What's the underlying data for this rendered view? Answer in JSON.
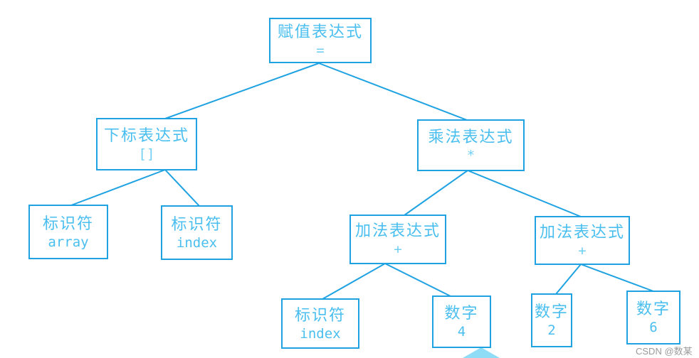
{
  "diagram": {
    "description": "Abstract syntax tree of the expression array[index] = (index + 4) * (2 + 6)",
    "colors": {
      "accent": "#1EA2E2",
      "node_text": "#4ABFEF",
      "operator_text": "#72CFF4",
      "watermark_gray": "#9B9B9B",
      "corner_triangle": "#8FDCF6"
    }
  },
  "tree": {
    "nodes": [
      {
        "id": "assign",
        "title": "赋值表达式",
        "symbol": "="
      },
      {
        "id": "subscript",
        "title": "下标表达式",
        "symbol": "[]"
      },
      {
        "id": "multiply",
        "title": "乘法表达式",
        "symbol": "*"
      },
      {
        "id": "id-array",
        "title": "标识符",
        "symbol": "array"
      },
      {
        "id": "id-index-1",
        "title": "标识符",
        "symbol": "index"
      },
      {
        "id": "add-1",
        "title": "加法表达式",
        "symbol": "+"
      },
      {
        "id": "add-2",
        "title": "加法表达式",
        "symbol": "+"
      },
      {
        "id": "id-index-2",
        "title": "标识符",
        "symbol": "index"
      },
      {
        "id": "num-4",
        "title": "数字",
        "symbol": "4"
      },
      {
        "id": "num-2",
        "title": "数字",
        "symbol": "2"
      },
      {
        "id": "num-6",
        "title": "数字",
        "symbol": "6"
      }
    ],
    "edges": [
      [
        "assign",
        "subscript"
      ],
      [
        "assign",
        "multiply"
      ],
      [
        "subscript",
        "id-array"
      ],
      [
        "subscript",
        "id-index-1"
      ],
      [
        "multiply",
        "add-1"
      ],
      [
        "multiply",
        "add-2"
      ],
      [
        "add-1",
        "id-index-2"
      ],
      [
        "add-1",
        "num-4"
      ],
      [
        "add-2",
        "num-2"
      ],
      [
        "add-2",
        "num-6"
      ]
    ]
  },
  "watermark": {
    "text": "CSDN @数某"
  }
}
